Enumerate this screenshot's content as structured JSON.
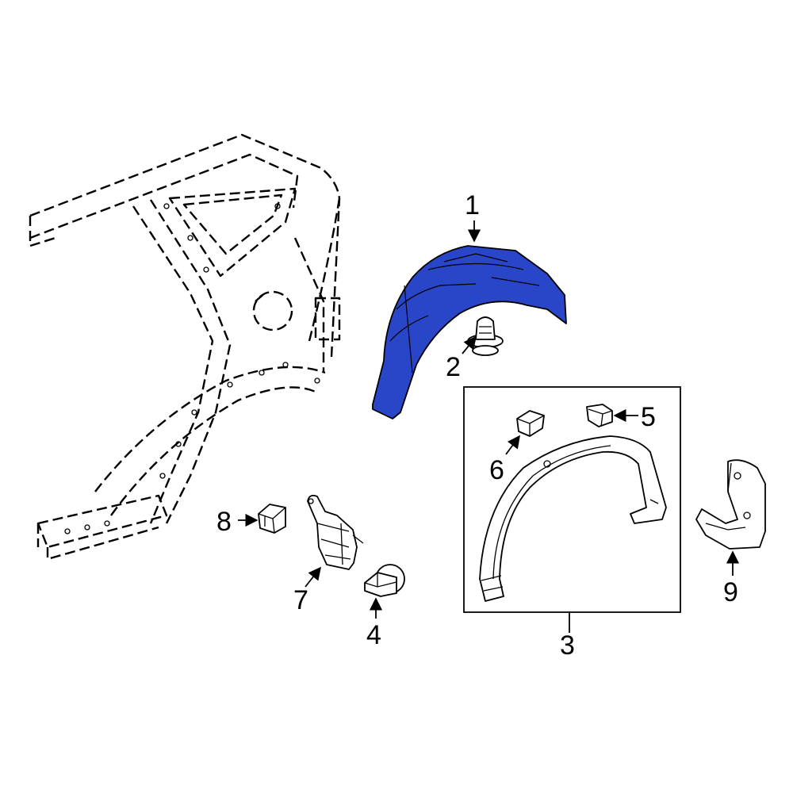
{
  "diagram": {
    "highlight_color": "#2a46c8",
    "callouts": [
      {
        "id": "1",
        "label": "1"
      },
      {
        "id": "2",
        "label": "2"
      },
      {
        "id": "3",
        "label": "3"
      },
      {
        "id": "4",
        "label": "4"
      },
      {
        "id": "5",
        "label": "5"
      },
      {
        "id": "6",
        "label": "6"
      },
      {
        "id": "7",
        "label": "7"
      },
      {
        "id": "8",
        "label": "8"
      },
      {
        "id": "9",
        "label": "9"
      }
    ]
  }
}
